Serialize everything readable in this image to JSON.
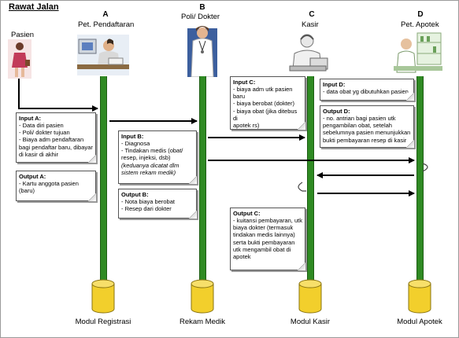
{
  "title": "Rawat Jalan",
  "lanes": [
    {
      "letter": "",
      "label": "Pasien",
      "icon": "patient-icon"
    },
    {
      "letter": "A",
      "label": "Pet. Pendaftaran",
      "icon": "registration-staff-icon"
    },
    {
      "letter": "B",
      "label": "Poli/ Dokter",
      "icon": "doctor-icon"
    },
    {
      "letter": "C",
      "label": "Kasir",
      "icon": "cashier-icon"
    },
    {
      "letter": "D",
      "label": "Pet. Apotek",
      "icon": "pharmacist-icon"
    }
  ],
  "modules": [
    "Modul Registrasi",
    "Rekam Medik",
    "Modul Kasir",
    "Modul Apotek"
  ],
  "notes": {
    "inputA": {
      "head": "Input A:",
      "lines": [
        "- Data diri pasien",
        "- Poli/ dokter tujuan",
        "- Biaya adm pendaftaran",
        "bagi pendaftar baru, dibayar",
        "di kasir di akhir"
      ]
    },
    "outputA": {
      "head": "Output A:",
      "lines": [
        "- Kartu anggota pasien",
        "(baru)"
      ]
    },
    "inputB": {
      "head": "Input B:",
      "lines": [
        "- Diagnosa",
        "- Tindakan medis (obat/",
        "resep, injeksi, dsb)"
      ],
      "italic": [
        "(keduanya dicatat dlm",
        "sistem rekam medik)"
      ]
    },
    "outputB": {
      "head": "Output B:",
      "lines": [
        "- Nota biaya berobat",
        "- Resep dari dokter"
      ]
    },
    "inputC": {
      "head": "Input C:",
      "lines": [
        "- biaya adm utk pasien",
        "baru",
        "- biaya berobat (dokter)",
        "- biaya obat (jika ditebus di",
        "apotek rs)"
      ]
    },
    "outputC": {
      "head": "Output C:",
      "lines": [
        "- kuitansi pembayaran, utk",
        "biaya dokter (termasuk",
        "tindakan medis lainnya)",
        "serta bukti pembayaran",
        "utk mengambil obat di",
        "apotek"
      ]
    },
    "inputD": {
      "head": "Input D:",
      "lines": [
        "- data obat yg dibutuhkan pasien"
      ]
    },
    "outputD": {
      "head": "Output D:",
      "lines": [
        "- no. antrian bagi pasien utk",
        "pengambilan obat, setelah",
        "sebelumnya pasien menunjukkan",
        "bukti pembayaran resep di kasir"
      ]
    }
  },
  "colors": {
    "lifeline": "#2f8a23",
    "database": "#f2cf2c",
    "arrow": "#000000"
  }
}
